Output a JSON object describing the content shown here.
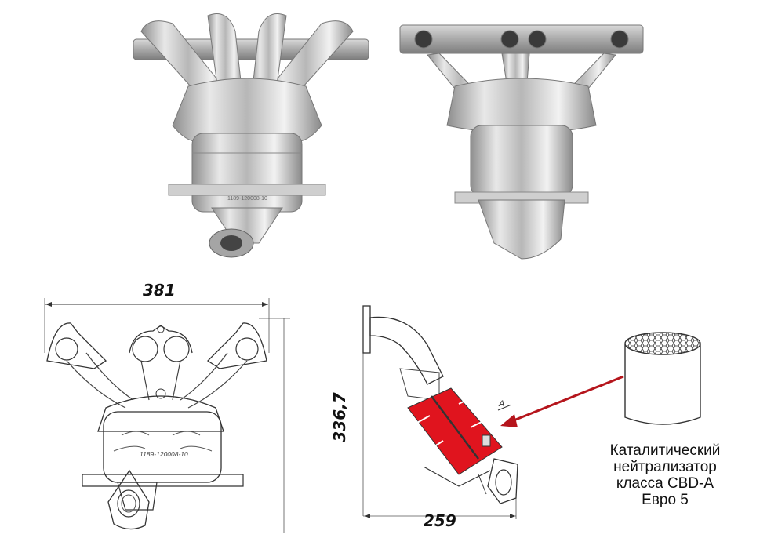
{
  "photos": {
    "front_view": {
      "label": "photo-front",
      "stamp": "1189-120008-10"
    },
    "rear_view": {
      "label": "photo-rear"
    }
  },
  "drawing_front": {
    "width_dimension": "381",
    "part_number": "1189-120008-10"
  },
  "drawing_side": {
    "height_dimension": "336,7",
    "width_dimension": "259",
    "section_marker": "A",
    "highlight_color": "#e0141e"
  },
  "callout": {
    "arrow_color": "#b5151c",
    "caption_lines": [
      "Каталитический",
      "нейтрализатор",
      "класса CBD-A",
      "Евро 5"
    ]
  }
}
